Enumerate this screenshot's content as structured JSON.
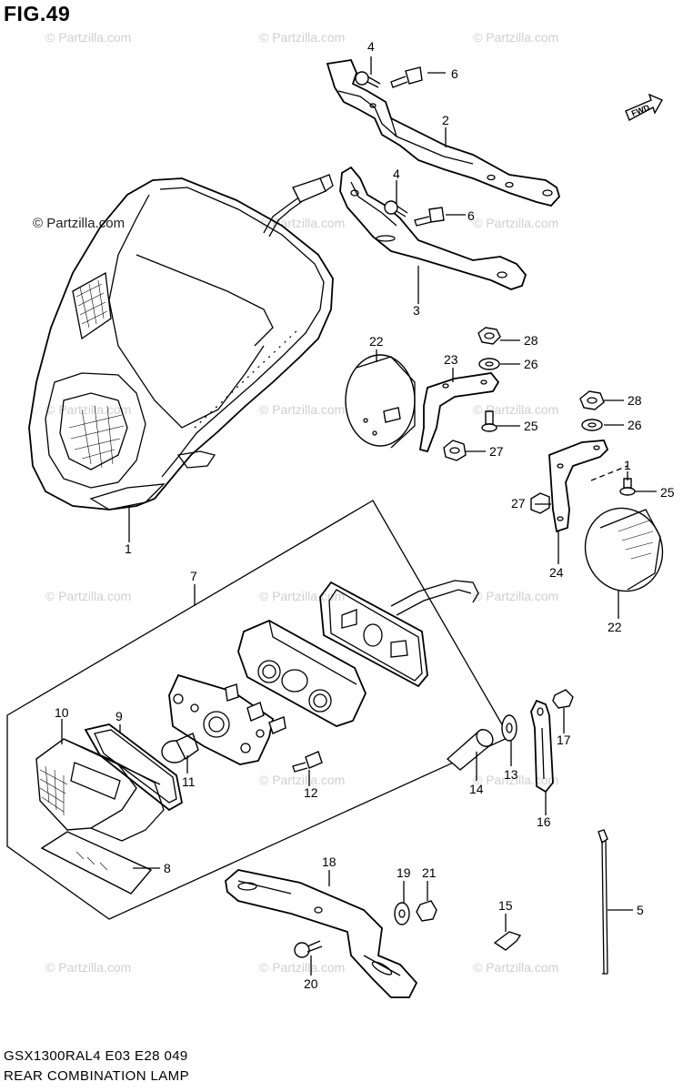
{
  "figure_title": "FIG.49",
  "footer": {
    "model_code": "GSX1300RAL4  E03  E28  049",
    "section_title": "REAR COMBINATION LAMP"
  },
  "watermark": "© Partzilla.com",
  "fwd_label": "FWD",
  "callouts": {
    "c1": "1",
    "c2": "2",
    "c3": "3",
    "c4a": "4",
    "c4b": "4",
    "c5": "5",
    "c6a": "6",
    "c6b": "6",
    "c7": "7",
    "c8": "8",
    "c9": "9",
    "c10": "10",
    "c11": "11",
    "c12": "12",
    "c13": "13",
    "c14": "14",
    "c15": "15",
    "c16": "16",
    "c17": "17",
    "c18": "18",
    "c19": "19",
    "c20": "20",
    "c21": "21",
    "c22a": "22",
    "c22b": "22",
    "c23": "23",
    "c24": "24",
    "c25a": "25",
    "c25b": "25",
    "c26a": "26",
    "c26b": "26",
    "c27a": "27",
    "c27b": "27",
    "c28a": "28",
    "c28b": "28",
    "c1b": "1"
  }
}
